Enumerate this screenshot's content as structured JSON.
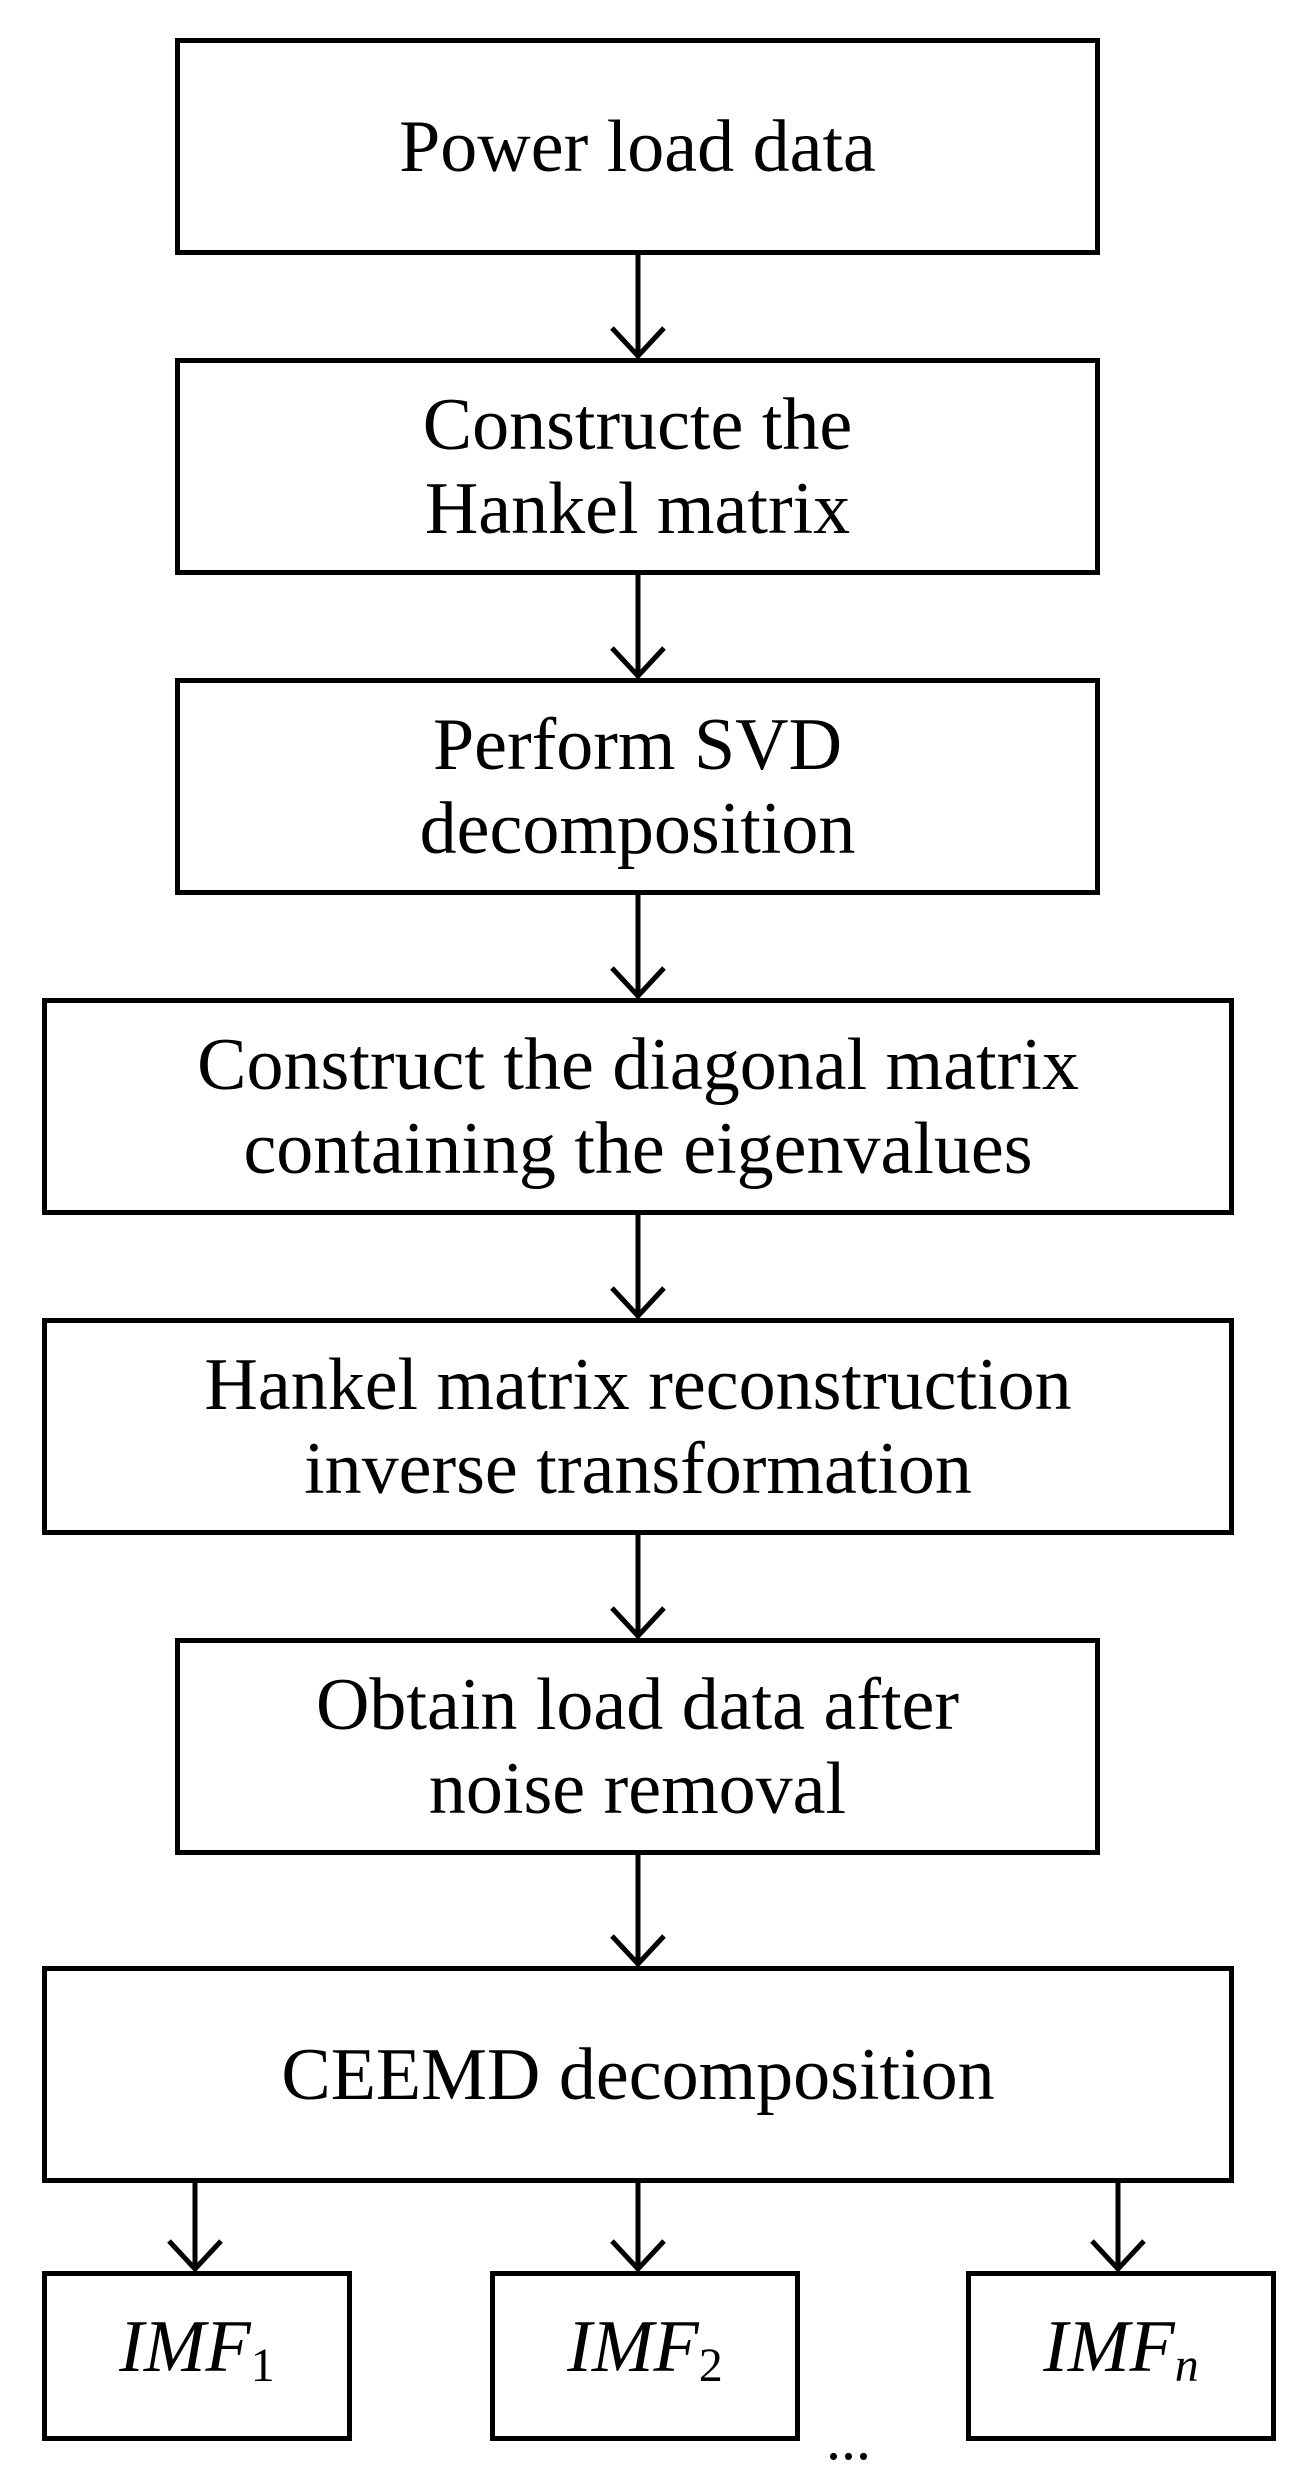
{
  "steps": [
    {
      "lines": [
        "Power load data"
      ]
    },
    {
      "lines": [
        "Constructe the",
        "Hankel matrix"
      ]
    },
    {
      "lines": [
        "Perform SVD",
        "decomposition"
      ]
    },
    {
      "lines": [
        "Construct the diagonal matrix",
        "containing the eigenvalues"
      ]
    },
    {
      "lines": [
        "Hankel matrix reconstruction",
        "inverse transformation"
      ]
    },
    {
      "lines": [
        "Obtain load data after",
        "noise removal"
      ]
    },
    {
      "lines": [
        "CEEMD decomposition"
      ]
    }
  ],
  "outputs": [
    {
      "base": "IMF",
      "sub": "1"
    },
    {
      "base": "IMF",
      "sub": "2"
    },
    {
      "base": "IMF",
      "sub": "n"
    }
  ],
  "ellipsis": "..."
}
